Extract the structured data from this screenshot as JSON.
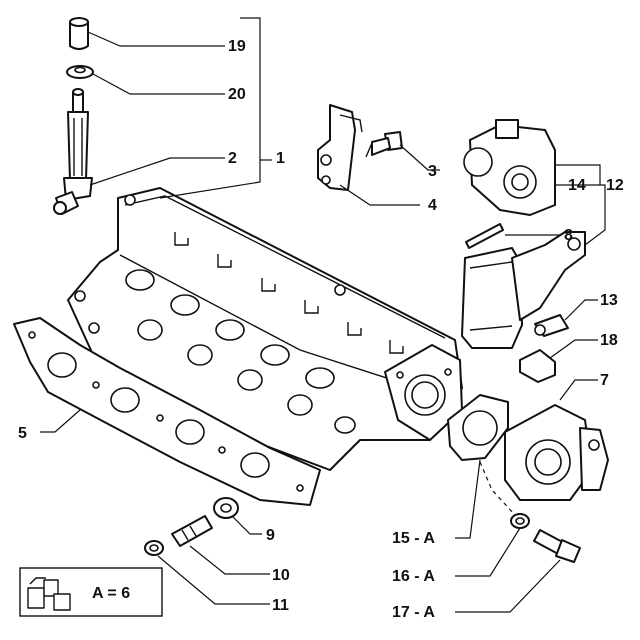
{
  "callouts": [
    {
      "id": "19",
      "text": "19"
    },
    {
      "id": "20",
      "text": "20"
    },
    {
      "id": "2",
      "text": "2"
    },
    {
      "id": "1",
      "text": "1"
    },
    {
      "id": "3",
      "text": "3"
    },
    {
      "id": "4",
      "text": "4"
    },
    {
      "id": "14",
      "text": "14"
    },
    {
      "id": "12",
      "text": "12"
    },
    {
      "id": "8",
      "text": "8"
    },
    {
      "id": "13",
      "text": "13"
    },
    {
      "id": "18",
      "text": "18"
    },
    {
      "id": "7",
      "text": "7"
    },
    {
      "id": "5",
      "text": "5"
    },
    {
      "id": "9",
      "text": "9"
    },
    {
      "id": "10",
      "text": "10"
    },
    {
      "id": "11",
      "text": "11"
    },
    {
      "id": "15A",
      "text": "15 - A"
    },
    {
      "id": "16A",
      "text": "16 - A"
    },
    {
      "id": "17A",
      "text": "17 - A"
    }
  ],
  "legend": {
    "text": "A = 6",
    "icon": "parts-kit-icon"
  }
}
